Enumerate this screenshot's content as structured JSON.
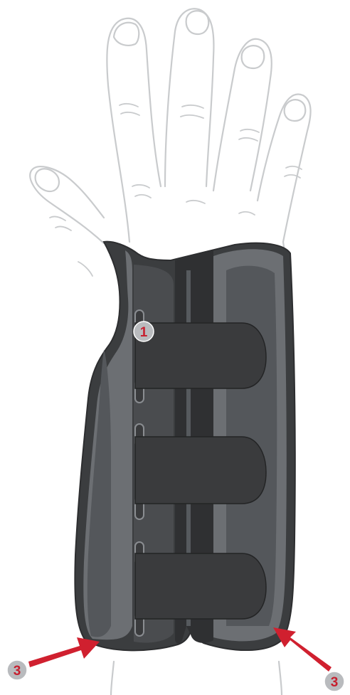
{
  "colors": {
    "background": "#ffffff",
    "hand_outline": "#c9cbcd",
    "brace_dark": "#3b3d3f",
    "brace_mid": "#6c6f73",
    "brace_light": "#8a8d91",
    "strap": "#3a3b3d",
    "arrow_red": "#d0202f",
    "badge_fill": "#b9bbbe",
    "badge_text": "#c6202f"
  },
  "callouts": [
    {
      "label": "1",
      "icon": "callout-badge"
    },
    {
      "label": "3",
      "icon": "callout-badge-with-arrow"
    },
    {
      "label": "3",
      "icon": "callout-badge-with-arrow"
    }
  ]
}
